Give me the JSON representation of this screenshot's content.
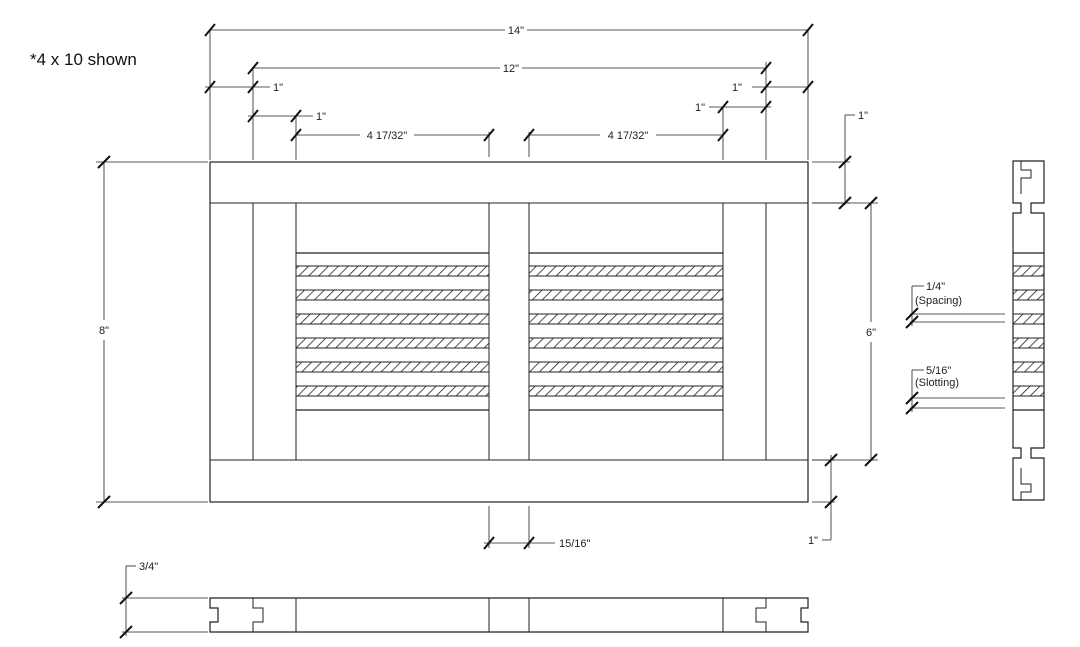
{
  "note": "*4 x 10 shown",
  "front_view": {
    "overall_width": "14\"",
    "inner_width": "12\"",
    "left_stile": "1\"",
    "right_stile": "1\"",
    "left_inner_stile": "1\"",
    "right_inner_stile": "1\"",
    "left_opening": "4 17/32\"",
    "right_opening": "4 17/32\"",
    "top_rail": "1\"",
    "overall_height": "8\"",
    "inner_height": "6\"",
    "center_mullion": "15/16\"",
    "bottom_rail": "1\""
  },
  "side_section": {
    "spacing_value": "1/4\"",
    "spacing_label": "(Spacing)",
    "slotting_value": "5/16\"",
    "slotting_label": "(Slotting)"
  },
  "bottom_section": {
    "thickness": "3/4\""
  },
  "slats": {
    "count_per_opening": 6
  }
}
